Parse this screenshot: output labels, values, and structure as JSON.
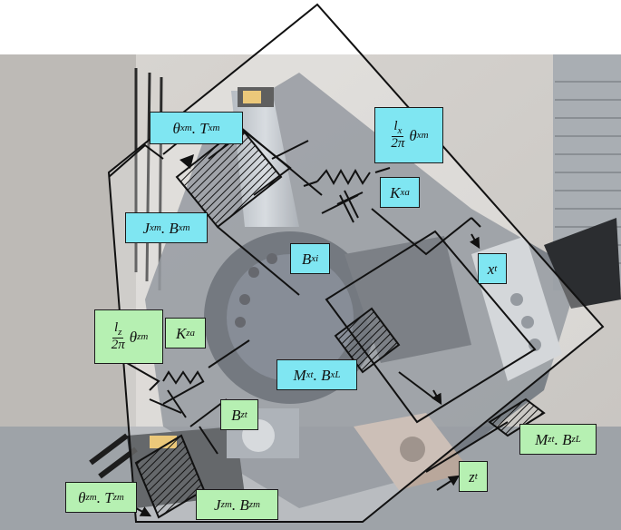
{
  "labels": {
    "theta_xm_T_xm": {
      "a": "θ",
      "a_sub": "xm",
      "sep": " .",
      "b": "T",
      "b_sub": "xm"
    },
    "lx_2pi_theta_xm": {
      "num": "l",
      "num_sub": "x",
      "den": "2π",
      "tail": "θ",
      "tail_sub": "xm"
    },
    "K_xa": {
      "a": "K",
      "a_sub": "xa"
    },
    "J_xm_B_xm": {
      "a": "J",
      "a_sub": "xm",
      "sep": " .",
      "b": "B",
      "b_sub": "xm"
    },
    "B_xi": {
      "a": "B",
      "a_sub": "xi"
    },
    "x_t": {
      "a": "x",
      "a_sub": "t"
    },
    "lz_2pi_theta_zm": {
      "num": "l",
      "num_sub": "z",
      "den": "2π",
      "tail": "θ",
      "tail_sub": "zm"
    },
    "K_za": {
      "a": "K",
      "a_sub": "za"
    },
    "M_xt_B_xL": {
      "a": "M",
      "a_sub": "xt",
      "sep": " .",
      "b": "B",
      "b_sub": "xL"
    },
    "B_zt": {
      "a": "B",
      "a_sub": "zt"
    },
    "M_zt_B_zL": {
      "a": "M",
      "a_sub": "zt",
      "sep": " .",
      "b": "B",
      "b_sub": "zL"
    },
    "z_t": {
      "a": "z",
      "a_sub": "t"
    },
    "theta_zm_T_zm": {
      "a": "θ",
      "a_sub": "zm",
      "sep": " .",
      "b": "T",
      "b_sub": "zm"
    },
    "J_zm_B_zm": {
      "a": "J",
      "a_sub": "zm",
      "sep": " .",
      "b": "B",
      "b_sub": "zm"
    }
  },
  "colors": {
    "x_axis_label_bg": "#7fe6f2",
    "z_axis_label_bg": "#b6f0b2",
    "schematic_line": "#111111"
  }
}
